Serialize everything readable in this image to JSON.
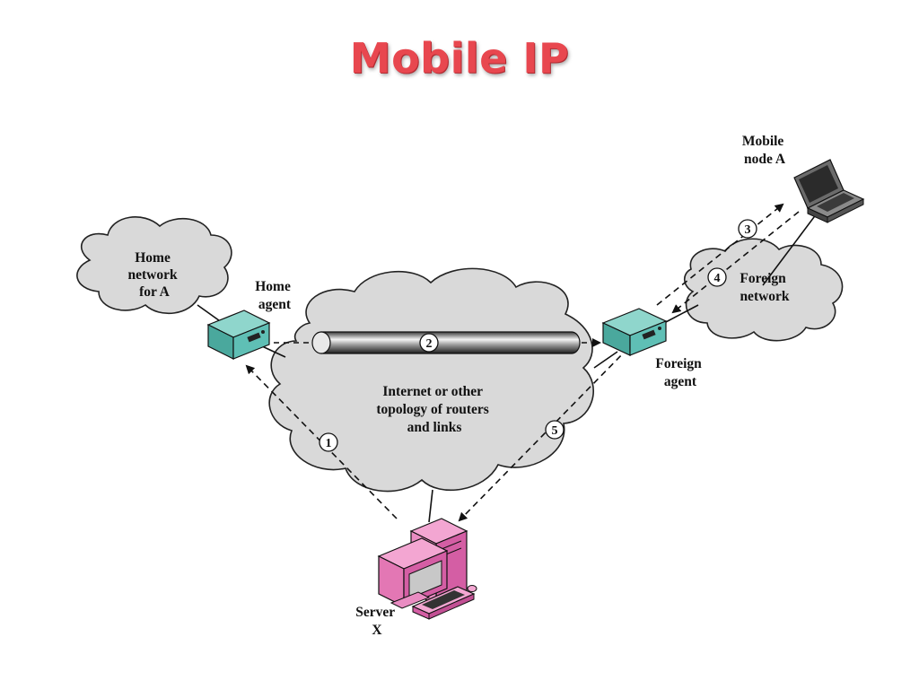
{
  "title": "Mobile IP",
  "nodes": {
    "home_network": [
      "Home",
      "network",
      "for A"
    ],
    "home_agent": [
      "Home",
      "agent"
    ],
    "internet": [
      "Internet or other",
      "topology of routers",
      "and links"
    ],
    "foreign_agent": [
      "Foreign",
      "agent"
    ],
    "foreign_network": [
      "Foreign",
      "network"
    ],
    "mobile_node": [
      "Mobile",
      "node A"
    ],
    "server": [
      "Server",
      "X"
    ]
  },
  "steps": [
    "1",
    "2",
    "3",
    "4",
    "5"
  ],
  "colors": {
    "title": "#e8474f",
    "cloud": "#d9d9d9",
    "agent_box": "#5fbfb5",
    "server": "#e377b4",
    "laptop": "#555555"
  },
  "icons": [
    "cloud-shape",
    "router-box-icon",
    "laptop-icon",
    "computer-server-icon"
  ]
}
